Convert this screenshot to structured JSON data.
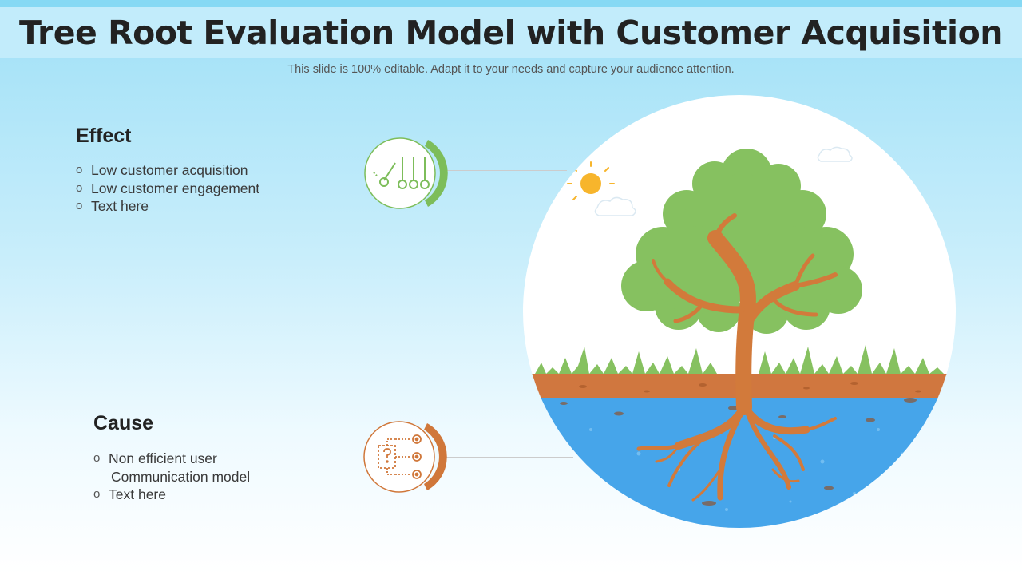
{
  "title": "Tree Root Evaluation Model with Customer Acquisition",
  "subtitle": "This slide is 100% editable. Adapt it to your needs and capture your audience attention.",
  "effect": {
    "heading": "Effect",
    "items": [
      "Low customer acquisition",
      "Low customer engagement",
      "Text here"
    ],
    "icon": "newtons-cradle-icon",
    "accent": "#7dbd5a"
  },
  "cause": {
    "heading": "Cause",
    "items": [
      "Non efficient user",
      "Communication model",
      "Text here"
    ],
    "icon": "question-targets-icon",
    "accent": "#d0773a"
  },
  "bullet_glyph": "o",
  "colors": {
    "tree_green": "#86c160",
    "trunk": "#d27a3b",
    "soil": "#d0773f",
    "water": "#46a5ea",
    "sun": "#f7b52c"
  }
}
